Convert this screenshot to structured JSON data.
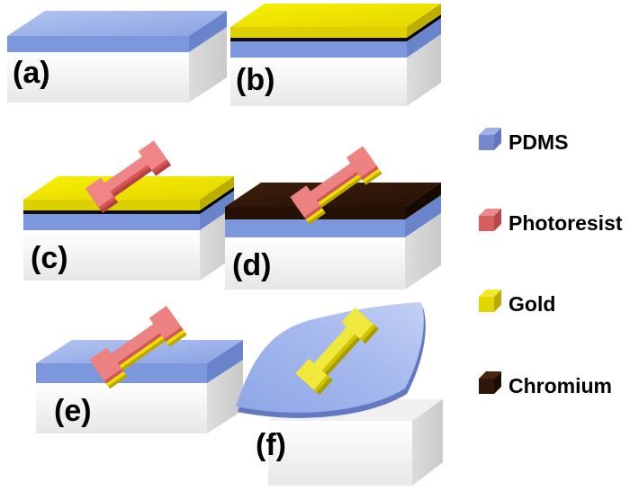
{
  "figure": {
    "panels": [
      {
        "id": "a",
        "label": "(a)"
      },
      {
        "id": "b",
        "label": "(b)"
      },
      {
        "id": "c",
        "label": "(c)"
      },
      {
        "id": "d",
        "label": "(d)"
      },
      {
        "id": "e",
        "label": "(e)"
      },
      {
        "id": "f",
        "label": "(f)"
      }
    ],
    "legend": {
      "items": [
        {
          "label": "PDMS",
          "front": "#7488cf",
          "top": "#9fb0e8",
          "side": "#6276bd"
        },
        {
          "label": "Photoresist",
          "front": "#d45f5f",
          "top": "#e88a8a",
          "side": "#b84848"
        },
        {
          "label": "Gold",
          "front": "#e2d600",
          "top": "#f0ea30",
          "side": "#b8ac00"
        },
        {
          "label": "Chromium",
          "front": "#2e1708",
          "top": "#4a250e",
          "side": "#1c0d04"
        }
      ]
    }
  }
}
